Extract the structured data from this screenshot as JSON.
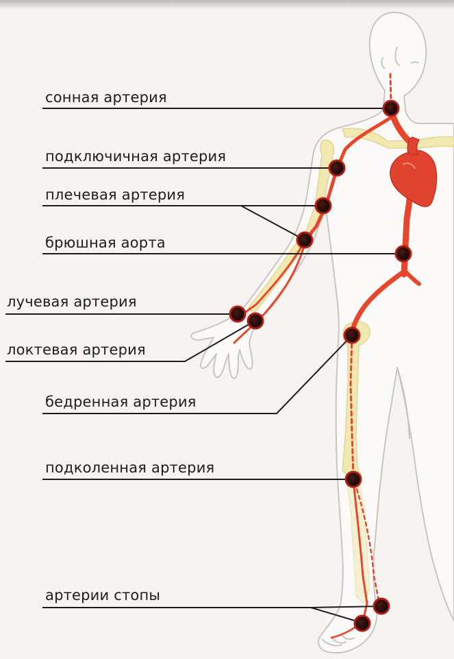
{
  "labels": {
    "carotid": "сонная артерия",
    "subclavian": "подключичная артерия",
    "brachial": "плечевая артерия",
    "abdominal_aorta": "брюшная аорта",
    "radial": "лучевая артерия",
    "ulnar": "локтевая артерия",
    "femoral": "бедренная артерия",
    "popliteal": "подколенная артерия",
    "foot": "артерии стопы"
  },
  "colors": {
    "background": "#f6f3f1",
    "body_fill": "#fbfaf8",
    "body_outline": "#c9c5c4",
    "bone": "#f1e8b2",
    "artery": "#e6472c",
    "heart": "#e0432e",
    "pulse_dot": "#2a0808",
    "pulse_ring": "#b31e14",
    "leader_line": "#1c1c1c"
  }
}
